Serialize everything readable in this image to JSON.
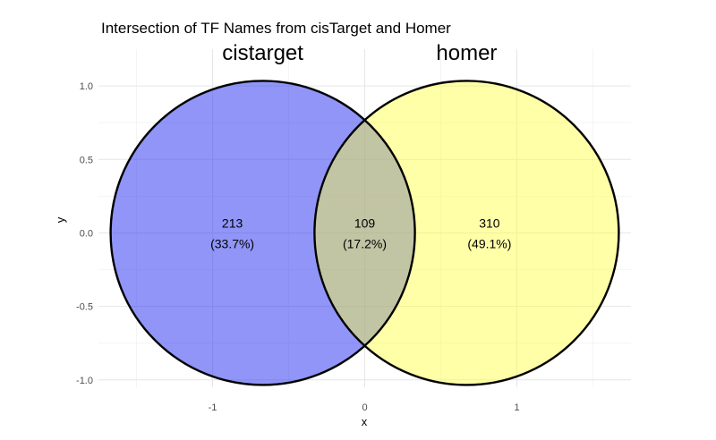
{
  "chart_data": {
    "type": "venn",
    "title": "Intersection of TF Names from cisTarget and Homer",
    "xlabel": "x",
    "ylabel": "y",
    "xlim": [
      -1.75,
      1.75
    ],
    "ylim": [
      -1.05,
      1.25
    ],
    "grid": true,
    "x_ticks": [
      -1,
      0,
      1
    ],
    "x_tick_labels": [
      "-1",
      "0",
      "1"
    ],
    "y_ticks": [
      1.0,
      0.5,
      0.0,
      -0.5,
      -1.0
    ],
    "y_tick_labels": [
      "1.0",
      "0.5",
      "0.0",
      "-0.5",
      "-1.0"
    ],
    "sets": [
      {
        "name": "cistarget",
        "center_x": -0.67,
        "center_y": 0,
        "radius": 1.0,
        "fill": "#2b33f0",
        "opacity": 0.52
      },
      {
        "name": "homer",
        "center_x": 0.67,
        "center_y": 0,
        "radius": 1.0,
        "fill": "#ffff3d",
        "opacity": 0.45
      }
    ],
    "regions": [
      {
        "region": "cistarget only",
        "count": "213",
        "percent": "(33.7%)",
        "x": -0.87,
        "y": 0
      },
      {
        "region": "both",
        "count": "109",
        "percent": "(17.2%)",
        "x": 0.0,
        "y": 0
      },
      {
        "region": "homer only",
        "count": "310",
        "percent": "(49.1%)",
        "x": 0.82,
        "y": 0
      }
    ]
  }
}
